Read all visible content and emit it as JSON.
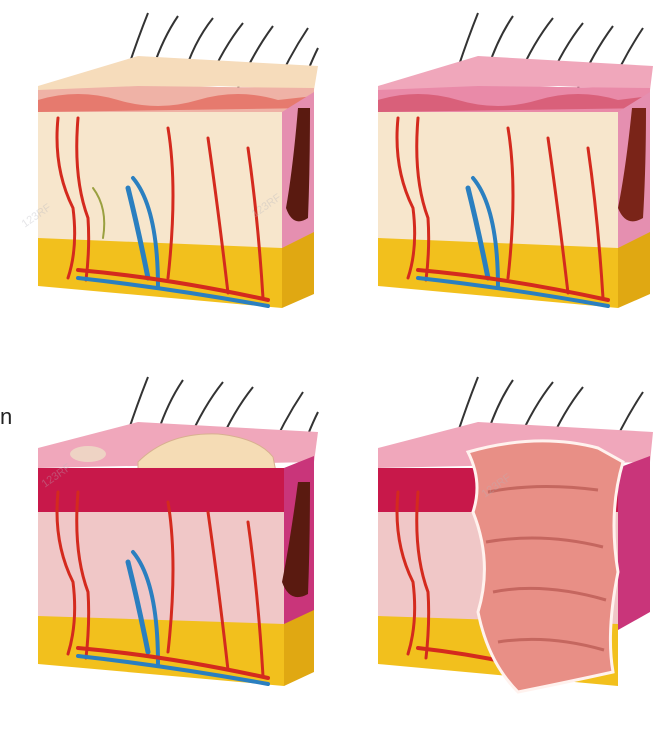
{
  "image": {
    "subject": "Four skin cross-section blocks in a 2x2 grid",
    "background": "#ffffff"
  },
  "colors": {
    "fat": "#f3c21f",
    "dermis": "#f6e3c8",
    "epidermis_normal": "#f5dcc0",
    "pink_layer": "#e98aa8",
    "inflamed": "#c8184a",
    "artery": "#d42a1e",
    "vein": "#2a7fc0",
    "nerve": "#9aa040",
    "follicle": "#5a1a10",
    "peeling": "#e88f86"
  },
  "stray_text": "n",
  "watermarks": [
    "123RF",
    "123RF",
    "123RF",
    "123RF"
  ]
}
